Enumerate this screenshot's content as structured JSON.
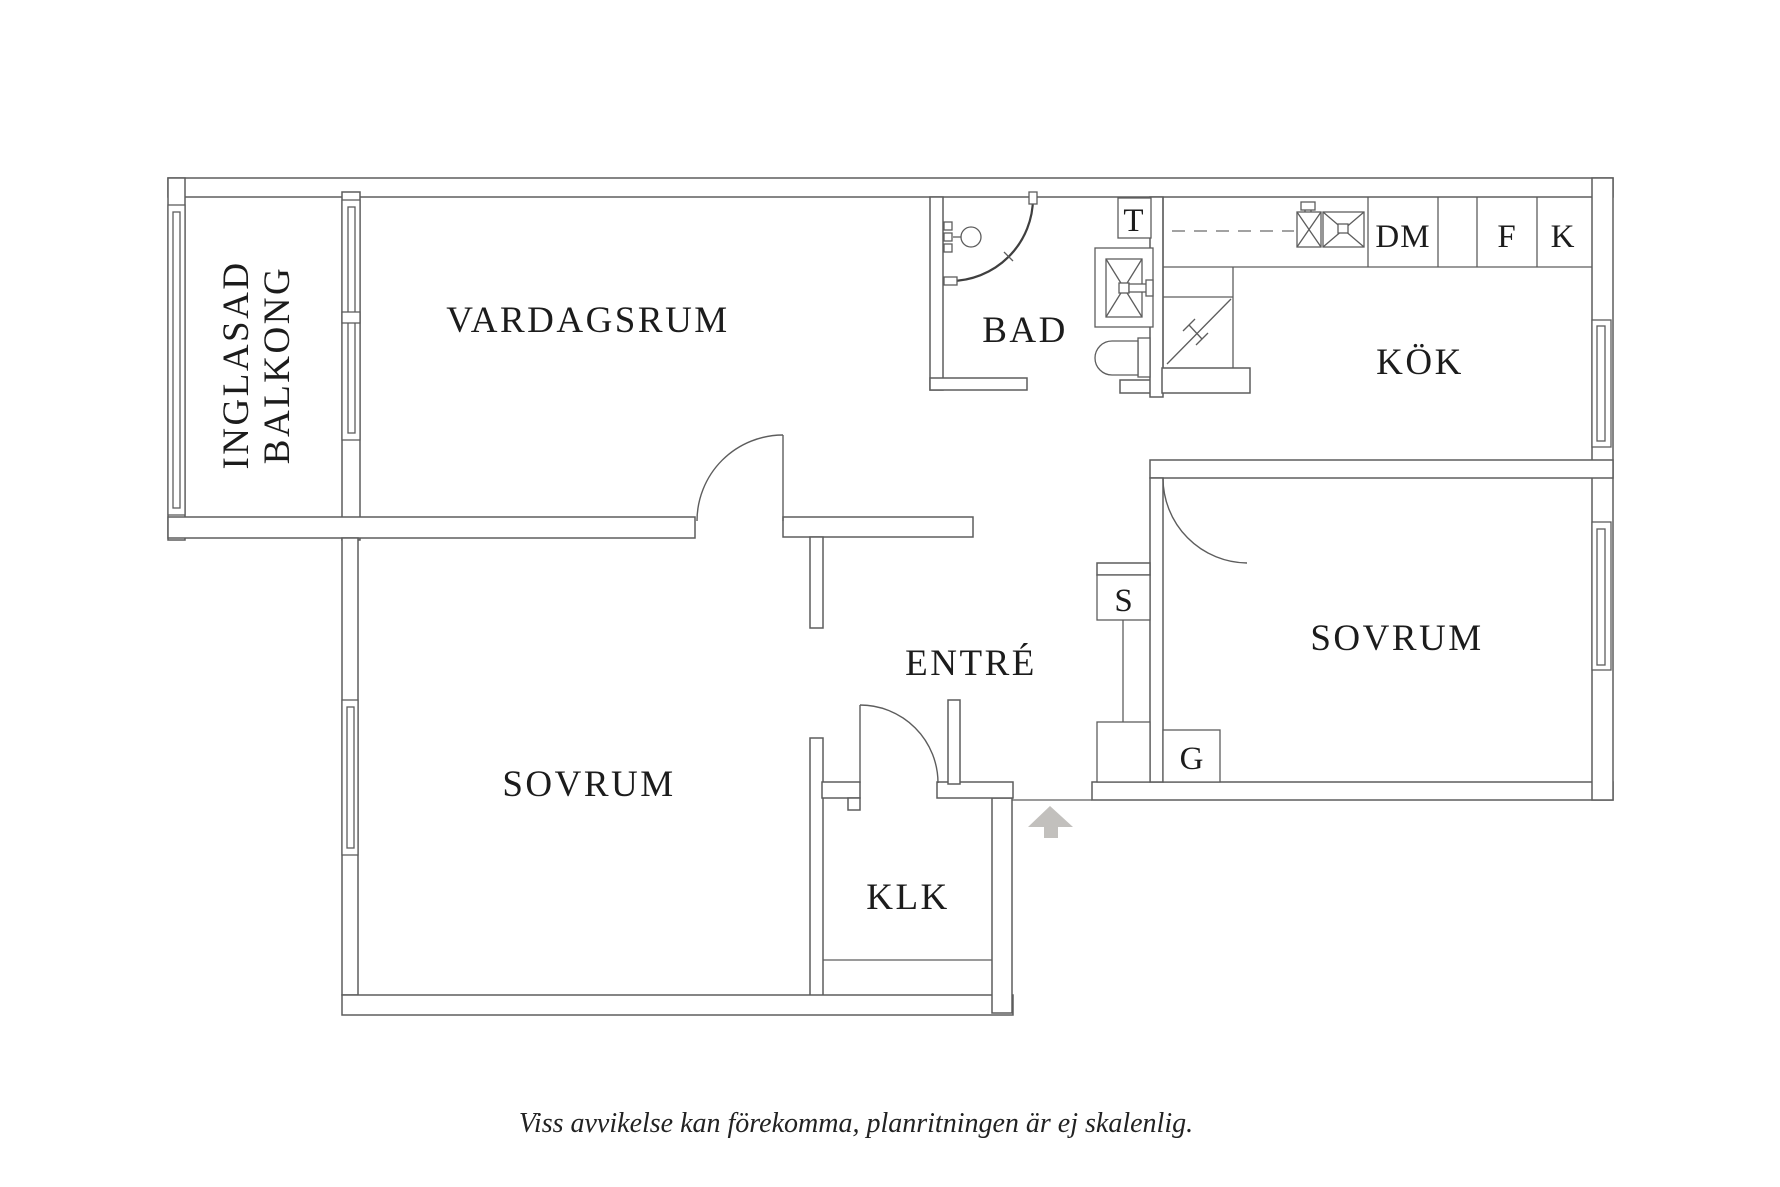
{
  "colors": {
    "background": "#ffffff",
    "wall_line": "#5d5d5d",
    "text": "#1c1c1c",
    "entrance_arrow": "#c2c0bd"
  },
  "rooms": {
    "balcony_line1": "INGLASAD",
    "balcony_line2": "BALKONG",
    "living_room": "VARDAGSRUM",
    "bathroom": "BAD",
    "kitchen": "KÖK",
    "bedroom_right": "SOVRUM",
    "entry": "ENTRÉ",
    "bedroom_left": "SOVRUM",
    "walk_in_closet": "KLK"
  },
  "fixtures": {
    "dryer_cabinet": "T",
    "dishwasher": "DM",
    "freezer": "F",
    "fridge": "K",
    "cabinet_s": "S",
    "wardrobe_g": "G"
  },
  "footer": {
    "disclaimer": "Viss avvikelse kan förekomma, planritningen är ej skalenlig."
  }
}
